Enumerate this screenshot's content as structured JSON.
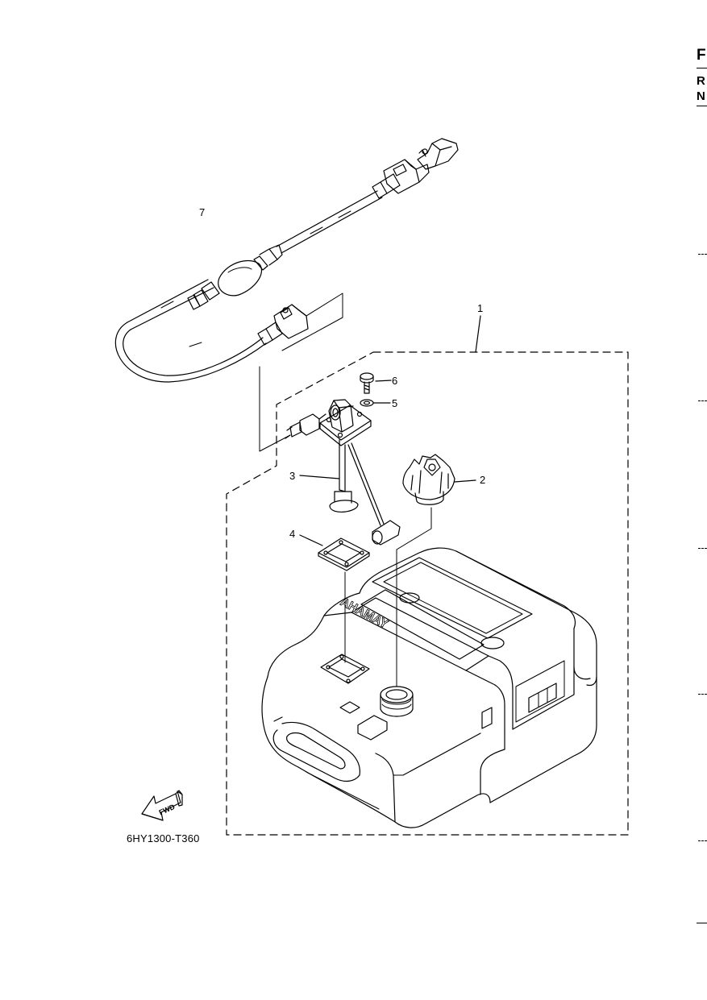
{
  "diagram": {
    "callouts": [
      {
        "id": "1",
        "label": "1"
      },
      {
        "id": "2",
        "label": "2"
      },
      {
        "id": "3",
        "label": "3"
      },
      {
        "id": "4",
        "label": "4"
      },
      {
        "id": "5",
        "label": "5"
      },
      {
        "id": "6",
        "label": "6"
      },
      {
        "id": "7",
        "label": "7"
      }
    ],
    "fwd_label": "FWD",
    "brand_label": "YAMAHA",
    "part_code": "6HY1300-T360"
  },
  "page_edge": {
    "letters": [
      "F",
      "R",
      "N"
    ]
  }
}
